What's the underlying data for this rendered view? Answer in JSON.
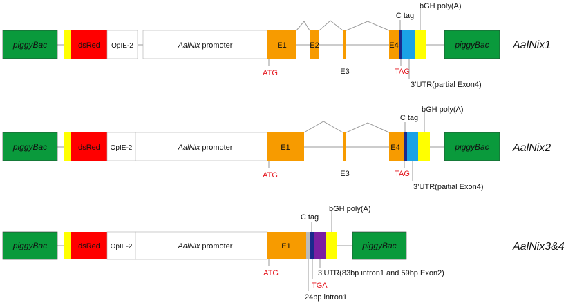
{
  "colors": {
    "piggybac": "#0a9a3c",
    "yellow": "#ffff00",
    "red": "#ff0000",
    "orange": "#f79b00",
    "blue": "#1aa2e6",
    "navy": "#1b2a8c",
    "purple": "#7b1fa2",
    "grey": "#bbbbbb",
    "codon": "#e4141c",
    "line": "#9a9a9a",
    "text": "#111111"
  },
  "constructs": [
    {
      "name": "AalNix1",
      "blocks": {
        "piggybac_left": "piggyBac",
        "dsred": "dsRed",
        "ople2": "OpIE-2",
        "promoter_italic": "AalNix",
        "promoter_rest": " promoter",
        "piggybac_right": "piggyBac"
      },
      "exons": [
        "E1",
        "E2",
        "E3",
        "E4"
      ],
      "labels": {
        "start_codon": "ATG",
        "stop_codon": "TAG",
        "utr": "3’UTR(partial Exon4)",
        "ctag": "C tag",
        "polya": "bGH poly(A)"
      }
    },
    {
      "name": "AalNix2",
      "blocks": {
        "piggybac_left": "piggyBac",
        "dsred": "dsRed",
        "ople2": "OpIE-2",
        "promoter_italic": "AalNix",
        "promoter_rest": " promoter",
        "piggybac_right": "piggyBac"
      },
      "exons": [
        "E1",
        "E3",
        "E4"
      ],
      "labels": {
        "start_codon": "ATG",
        "stop_codon": "TAG",
        "utr": "3’UTR(paitial Exon4)",
        "ctag": "C tag",
        "polya": "bGH poly(A)"
      }
    },
    {
      "name": "AalNix3&4",
      "blocks": {
        "piggybac_left": "piggyBac",
        "dsred": "dsRed",
        "ople2": "OpIE-2",
        "promoter_italic": "AalNix",
        "promoter_rest": " promoter",
        "piggybac_right": "piggyBac"
      },
      "exons": [
        "E1"
      ],
      "labels": {
        "start_codon": "ATG",
        "stop_codon": "TGA",
        "utr": "3’UTR(83bp intron1 and 59bp Exon2)",
        "ctag": "C tag",
        "polya": "bGH poly(A)",
        "intron": "24bp intron1"
      }
    }
  ]
}
